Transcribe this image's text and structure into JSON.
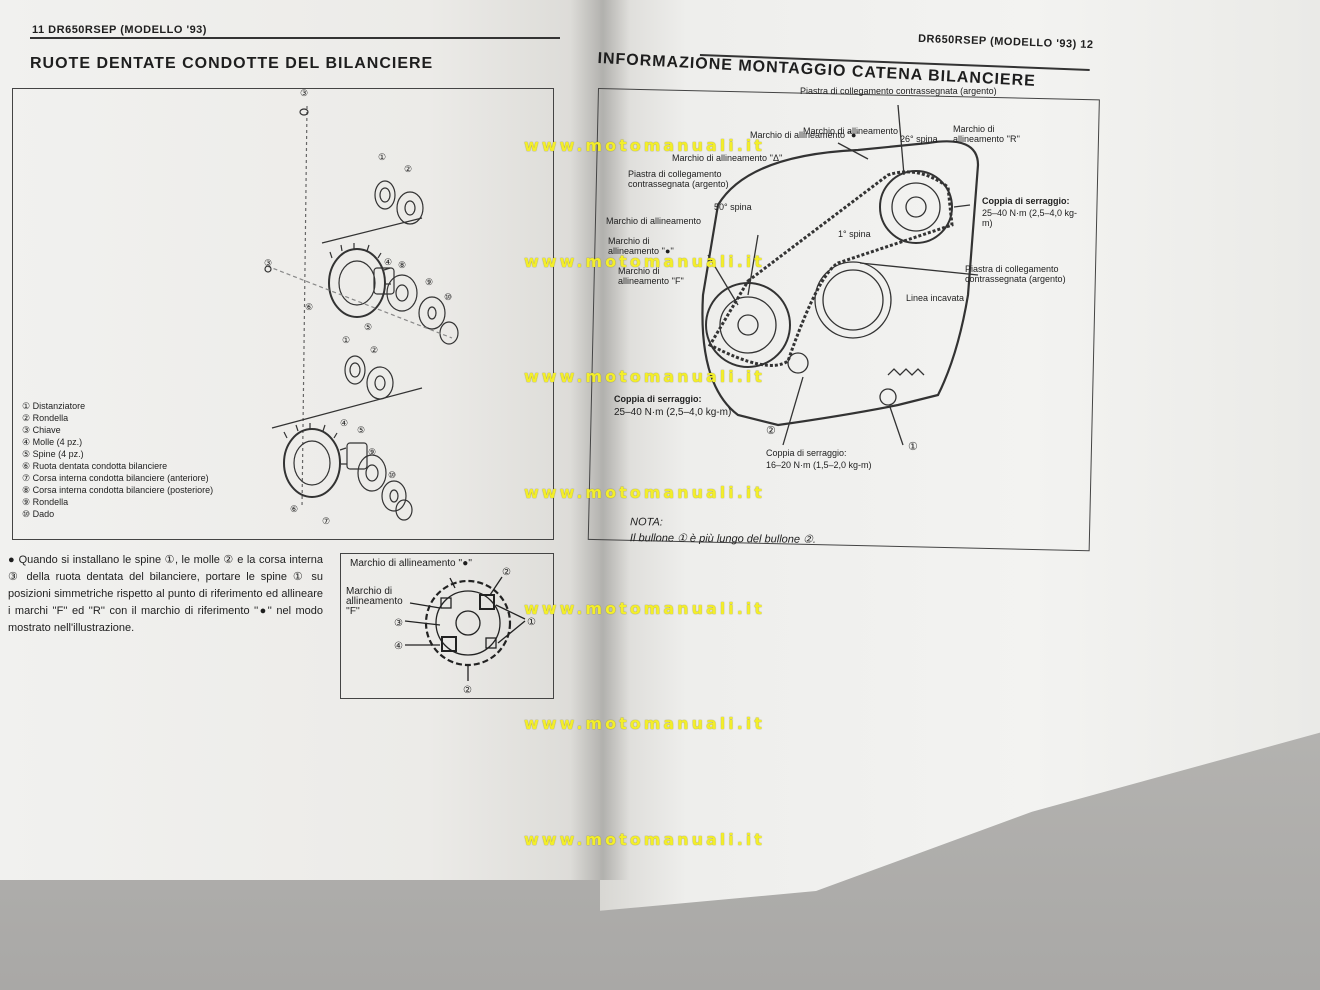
{
  "left_page": {
    "running_head": "11 DR650RSEP (MODELLO '93)",
    "title": "RUOTE DENTATE CONDOTTE DEL BILANCIERE",
    "legend": [
      "① Distanziatore",
      "② Rondella",
      "③ Chiave",
      "④ Molle (4 pz.)",
      "⑤ Spine (4 pz.)",
      "⑥ Ruota dentata condotta bilanciere",
      "⑦ Corsa interna condotta bilanciere (anteriore)",
      "⑧ Corsa interna condotta bilanciere (posteriore)",
      "⑨ Rondella",
      "⑩ Dado"
    ],
    "note": "● Quando si installano le spine ①, le molle ② e la corsa interna ③ della ruota dentata del bilanciere, portare le spine ① su posizioni simmetriche rispetto al punto di riferimento ed allineare i marchi ''F'' ed ''R'' con il marchio di riferimento ''●'' nel modo mostrato nell'illustrazione.",
    "inset": {
      "label_top": "Marchio di allineamento ''●''",
      "label_f": "Marchio di allineamento ''F''",
      "callouts": [
        "②",
        "①",
        "③",
        "④",
        "②"
      ]
    },
    "exploded_callouts": [
      "③",
      "①",
      "②",
      "③",
      "④",
      "⑧",
      "⑥",
      "⑤",
      "⑨",
      "⑩",
      "①",
      "②",
      "④",
      "⑤",
      "⑨",
      "⑩",
      "⑥",
      "⑦"
    ]
  },
  "right_page": {
    "running_head": "DR650RSEP (MODELLO '93) 12",
    "title": "INFORMAZIONE MONTAGGIO CATENA BILANCIERE",
    "labels": {
      "plate_top": "Piastra di collegamento contrassegnata (argento)",
      "mark_align_1": "Marchio di allineamento",
      "pin_26": "26° spina",
      "mark_r": "Marchio di allineamento ''R''",
      "mark_dot_1": "Marchio di allineamento ''●''",
      "mark_triangle": "Marchio di allineamento ''Δ''",
      "plate_mid": "Piastra di collegamento contrassegnata (argento)",
      "pin_50": "50° spina",
      "mark_align_2": "Marchio di allineamento",
      "mark_dot_2": "Marchio di allineamento ''●''",
      "mark_f": "Marchio di allineamento ''F''",
      "pin_1": "1° spina",
      "torque_a_title": "Coppia di serraggio:",
      "torque_a_value": "25–40 N·m (2,5–4,0 kg-m)",
      "plate_right": "Piastra di collegamento contrassegnata (argento)",
      "line_cut": "Linea incavata",
      "torque_b_title": "Coppia di serraggio:",
      "torque_b_value": "25–40 N·m (2,5–4,0 kg-m)",
      "torque_c_title": "Coppia di serraggio:",
      "torque_c_value": "16–20 N·m (1,5–2,0 kg-m)",
      "callout_2": "②",
      "callout_1": "①"
    },
    "nota_title": "NOTA:",
    "nota_text": "Il bullone ① è più lungo del bullone ②."
  },
  "watermark": "www.motomanuali.it",
  "colors": {
    "watermark": "#f3ee2a",
    "paper": "#efefed",
    "ink": "#1e1e1e"
  }
}
